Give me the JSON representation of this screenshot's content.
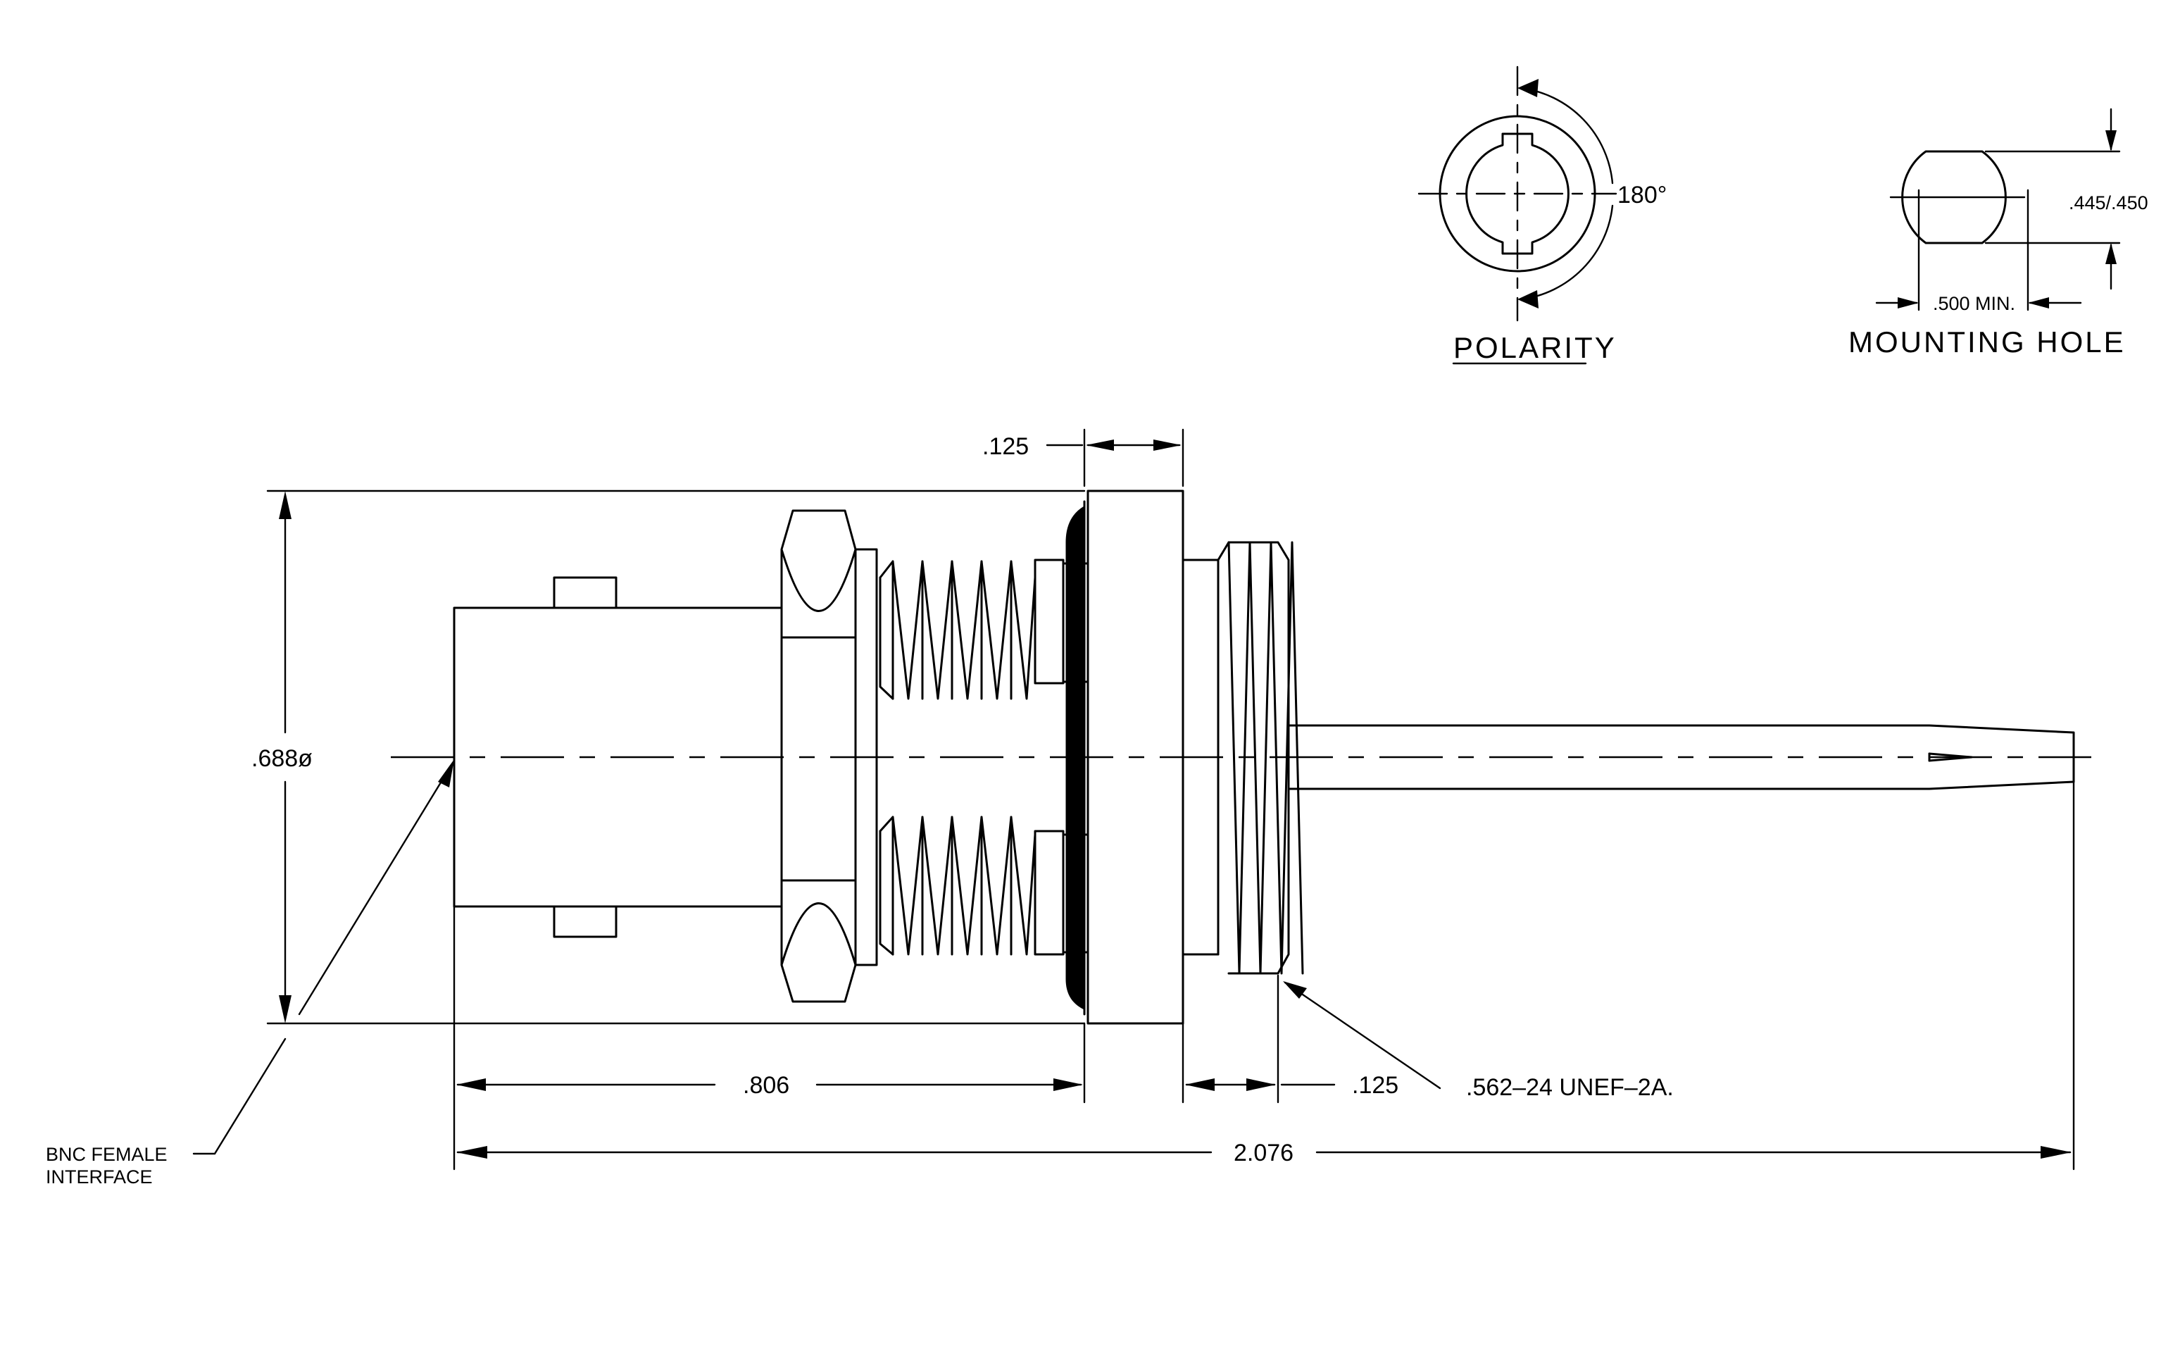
{
  "labels": {
    "polarity_title": "POLARITY",
    "polarity_angle": "180°",
    "mounting_title": "MOUNTING HOLE",
    "mounting_flat": ".445/.450",
    "mounting_min": ".500 MIN.",
    "dim_flange": ".125",
    "dim_diameter": ".688ø",
    "dim_front": ".806",
    "dim_rear": ".125",
    "dim_thread": ".562–24 UNEF–2A.",
    "dim_overall": "2.076",
    "interface_line1": "BNC FEMALE",
    "interface_line2": "INTERFACE"
  },
  "colors": {
    "ink": "#000000",
    "paper": "#ffffff"
  }
}
